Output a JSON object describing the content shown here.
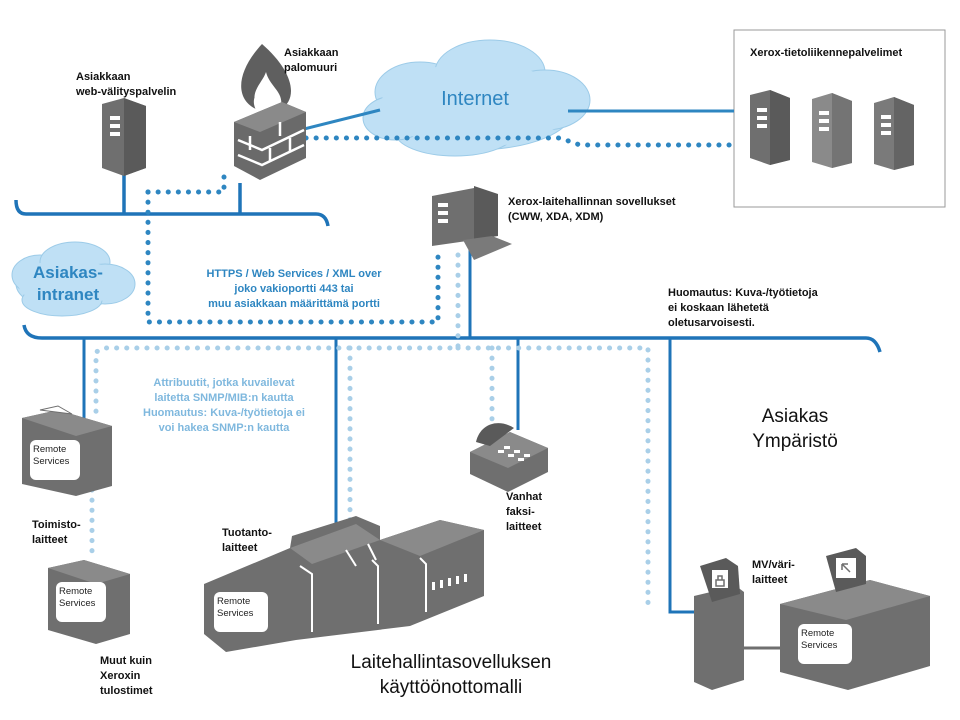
{
  "labels": {
    "web_proxy": [
      "Asiakkaan",
      "web-välityspalvelin"
    ],
    "firewall": [
      "Asiakkaan",
      "palomuuri"
    ],
    "internet": "Internet",
    "xerox_servers": "Xerox-tietoliikennepalvelimet",
    "xerox_apps": [
      "Xerox-laitehallinnan  sovellukset",
      "(CWW, XDA, XDM)"
    ],
    "intranet": [
      "Asiakas-",
      "intranet"
    ],
    "https_note": [
      "HTTPS  / Web Services  / XML over",
      "joko vakioportti 443 tai",
      "muu asiakkaan  määrittämä portti"
    ],
    "image_note": [
      "Huomautus:  Kuva-/työtietoja",
      "ei koskaan  lähetetä",
      "oletusarvoisesti."
    ],
    "snmp_note": [
      "Attribuutit, jotka kuvailevat",
      "laitetta SNMP/MIB:n  kautta",
      "Huomautus: Kuva-/työtietoja ei",
      "voi hakea SNMP:n kautta"
    ],
    "customer_env": [
      "Asiakas",
      "Ympäristö"
    ],
    "office_devices": [
      "Toimisto-",
      "laitteet"
    ],
    "non_xerox": [
      "Muut kuin",
      "Xeroxin",
      "tulostimet"
    ],
    "production_devices": [
      "Tuotanto-",
      "laitteet"
    ],
    "legacy_fax": [
      "Vanhat",
      "faksi-",
      "laitteet"
    ],
    "mv_color": [
      "MV/väri-",
      "laitteet"
    ],
    "model_title": [
      "Laitehallintasovelluksen",
      "käyttöönottomalli"
    ]
  },
  "remote_services": [
    "Remote",
    "Services"
  ],
  "colors": {
    "dark_blue": "#1f74b8",
    "mid_blue": "#2e86c1",
    "light_blue": "#a9cfe8",
    "cloud_fill": "#bfe0f5",
    "device_gray": "#6f6f6f",
    "device_dark": "#5a5a5a"
  },
  "icons": [
    "web-proxy-server-icon",
    "firewall-icon",
    "flame-icon",
    "internet-cloud-icon",
    "intranet-cloud-icon",
    "xerox-server-icon",
    "workstation-icon",
    "fax-icon",
    "office-printer-icon",
    "production-printer-icon",
    "color-printer-icon"
  ]
}
